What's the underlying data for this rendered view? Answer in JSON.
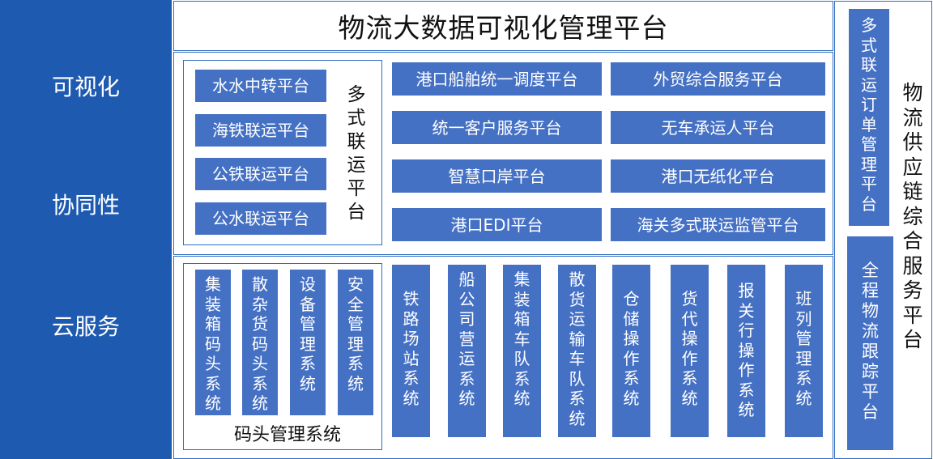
{
  "title": "物流大数据可视化管理平台",
  "sidebar": {
    "items": [
      "可视化",
      "协同性",
      "云服务"
    ]
  },
  "multimodal": {
    "label": "多式联运平台",
    "items": [
      "水水中转平台",
      "海铁联运平台",
      "公铁联运平台",
      "公水联运平台"
    ]
  },
  "platforms": [
    "港口船舶统一调度平台",
    "外贸综合服务平台",
    "统一客户服务平台",
    "无车承运人平台",
    "智慧口岸平台",
    "港口无纸化平台",
    "港口EDI平台",
    "海关多式联运监管平台"
  ],
  "wharf": {
    "label": "码头管理系统",
    "systems": [
      "集装箱码头系统",
      "散杂货码头系统",
      "设备管理系统",
      "安全管理系统"
    ]
  },
  "systems": [
    "铁路场站系统",
    "船公司营运系统",
    "集装箱车队系统",
    "散货运输车队系统",
    "仓储操作系统",
    "货代操作系统",
    "报关行操作系统",
    "班列管理系统"
  ],
  "right": {
    "order_platform": "多式联运订单管理平台",
    "tracking_platform": "全程物流跟踪平台",
    "title": "物流供应链综合服务平台"
  },
  "colors": {
    "sidebar": "#1f5ab1",
    "box": "#4571c4",
    "border": "#2f6dc0"
  }
}
